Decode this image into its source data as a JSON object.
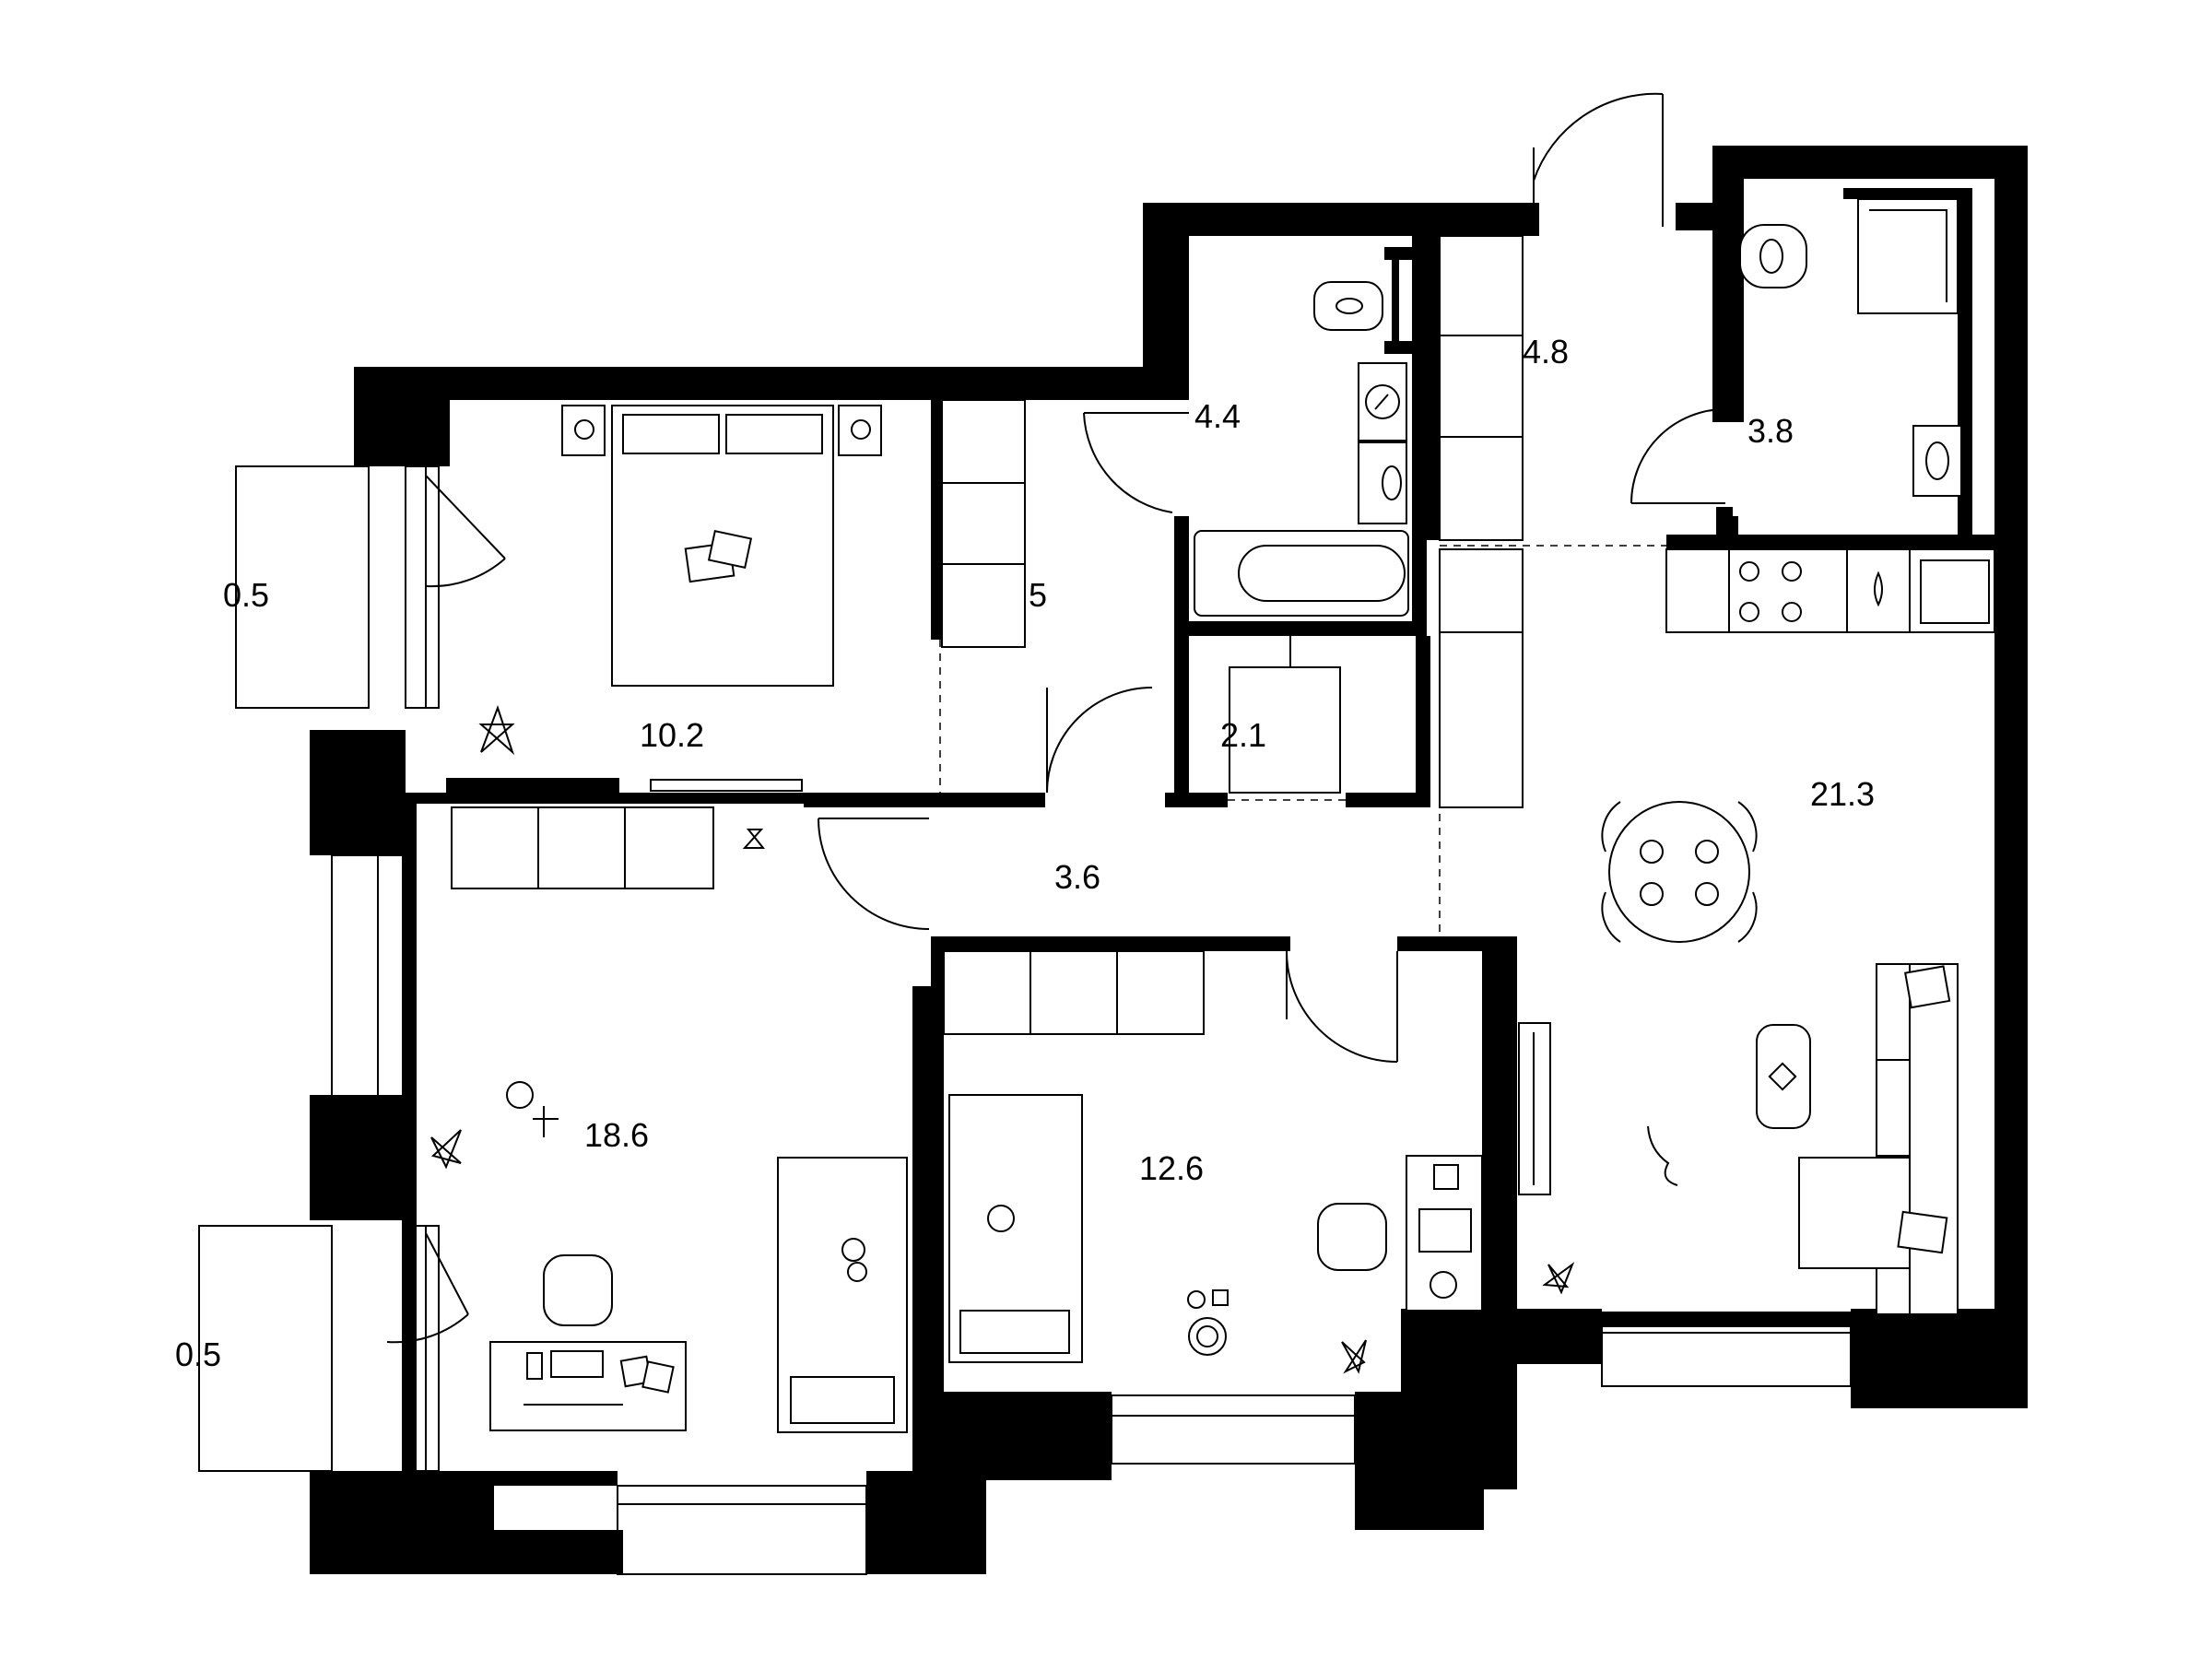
{
  "plan": {
    "rooms": [
      {
        "id": "balcony-top",
        "area": "0.5"
      },
      {
        "id": "bedroom",
        "area": "10.2"
      },
      {
        "id": "wardrobe",
        "area": "5"
      },
      {
        "id": "bathroom",
        "area": "4.4"
      },
      {
        "id": "entrance-hall",
        "area": "4.8"
      },
      {
        "id": "toilet",
        "area": "3.8"
      },
      {
        "id": "storage",
        "area": "2.1"
      },
      {
        "id": "corridor",
        "area": "3.6"
      },
      {
        "id": "kitchen-living",
        "area": "21.3"
      },
      {
        "id": "living-room",
        "area": "18.6"
      },
      {
        "id": "kids-room",
        "area": "12.6"
      },
      {
        "id": "balcony-bottom",
        "area": "0.5"
      }
    ],
    "colors": {
      "wall": "#000000",
      "background": "#ffffff"
    }
  }
}
